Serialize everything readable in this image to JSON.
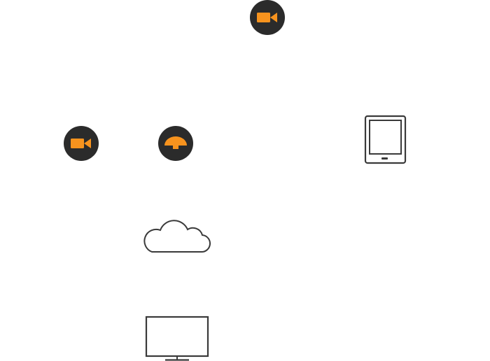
{
  "colors": {
    "badge_background": "#2b2b2b",
    "accent": "#f7931e",
    "outline": "#3a3a3a",
    "background": "#ffffff"
  },
  "nodes": [
    {
      "id": "camera-top",
      "icon": "video-camera-icon"
    },
    {
      "id": "camera-left",
      "icon": "video-camera-icon"
    },
    {
      "id": "dome-camera",
      "icon": "dome-camera-icon"
    },
    {
      "id": "tablet",
      "icon": "tablet-icon"
    },
    {
      "id": "cloud",
      "icon": "cloud-icon"
    },
    {
      "id": "monitor",
      "icon": "monitor-icon"
    }
  ]
}
